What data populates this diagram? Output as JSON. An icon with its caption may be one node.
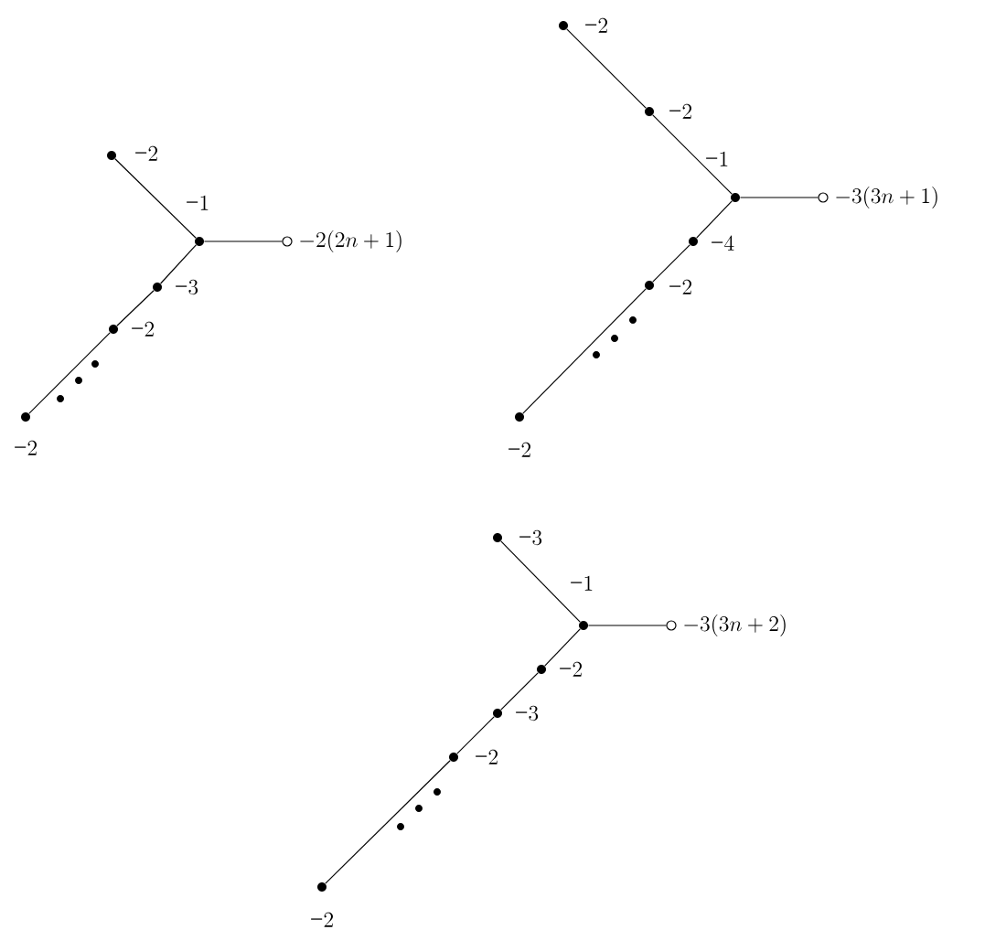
{
  "diagram": {
    "nodes": [
      {
        "text": [],
        "shape": "dot",
        "beside": [
          "−2"
        ]
      },
      {
        "text": [],
        "shape": "dot",
        "beside": [
          "−1"
        ]
      },
      {
        "text": [],
        "shape": "circle",
        "beside": [
          "-2(2n+1)"
        ]
      },
      {
        "text": [],
        "shape": "dot",
        "beside": [
          "−3"
        ]
      },
      {
        "text": [],
        "shape": "dot",
        "beside": [
          "−2"
        ]
      },
      {
        "text": [],
        "shape": "dot",
        "beside": [
          "−2"
        ]
      },
      {
        "text": [],
        "shape": "dot",
        "beside": [
          "−2"
        ]
      },
      {
        "text": [],
        "shape": "dot",
        "beside": [
          "−2"
        ]
      },
      {
        "text": [],
        "shape": "dot",
        "beside": [
          "−1"
        ]
      },
      {
        "text": [],
        "shape": "circle",
        "beside": [
          "-3(3n+1)"
        ]
      },
      {
        "text": [],
        "shape": "dot",
        "beside": [
          "−4"
        ]
      },
      {
        "text": [],
        "shape": "dot",
        "beside": [
          "−2"
        ]
      },
      {
        "text": [],
        "shape": "dot",
        "beside": [
          "−2"
        ]
      },
      {
        "text": [],
        "shape": "dot",
        "beside": [
          "−3"
        ]
      },
      {
        "text": [],
        "shape": "dot",
        "beside": [
          "−1"
        ]
      },
      {
        "text": [],
        "shape": "circle",
        "beside": [
          "-3(3n+2)"
        ]
      },
      {
        "text": [],
        "shape": "dot",
        "beside": [
          "−2"
        ]
      },
      {
        "text": [],
        "shape": "dot",
        "beside": [
          "−3"
        ]
      },
      {
        "text": [],
        "shape": "dot",
        "beside": [
          "−2"
        ]
      },
      {
        "text": [],
        "shape": "dot",
        "beside": [
          "−2"
        ]
      }
    ],
    "edges": [
      {
        "from": 0,
        "to": 1,
        "arrow": "none"
      },
      {
        "from": 1,
        "to": 2,
        "arrow": "none"
      },
      {
        "from": 1,
        "to": 3,
        "arrow": "none"
      },
      {
        "from": 3,
        "to": 4,
        "arrow": "none"
      },
      {
        "from": 4,
        "to": 5,
        "arrow": "none"
      },
      {
        "from": 6,
        "to": 7,
        "arrow": "none"
      },
      {
        "from": 7,
        "to": 8,
        "arrow": "none"
      },
      {
        "from": 8,
        "to": 9,
        "arrow": "none"
      },
      {
        "from": 8,
        "to": 10,
        "arrow": "none"
      },
      {
        "from": 10,
        "to": 11,
        "arrow": "none"
      },
      {
        "from": 11,
        "to": 12,
        "arrow": "none"
      },
      {
        "from": 13,
        "to": 14,
        "arrow": "none"
      },
      {
        "from": 14,
        "to": 15,
        "arrow": "none"
      },
      {
        "from": 14,
        "to": 16,
        "arrow": "none"
      },
      {
        "from": 16,
        "to": 17,
        "arrow": "none"
      },
      {
        "from": 17,
        "to": 18,
        "arrow": "none"
      },
      {
        "from": 18,
        "to": 19,
        "arrow": "none"
      }
    ]
  }
}
